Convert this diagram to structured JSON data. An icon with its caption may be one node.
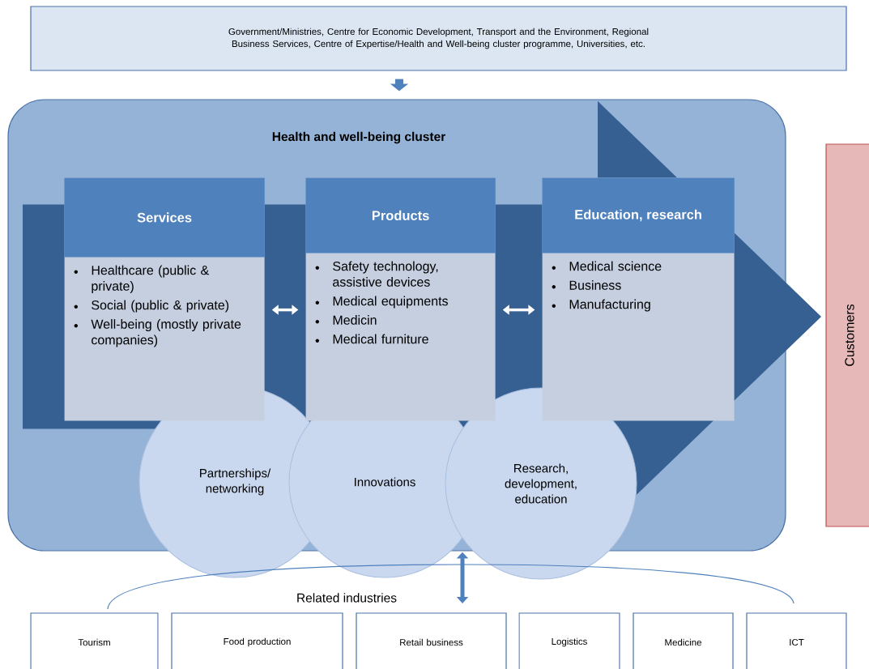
{
  "diagram": {
    "nodes": [
      {
        "text": [
          "Government/Ministries, Centre for Economic Development, Transport and the Environment, Regional Business Services, Centre of Expertise/Health and Well-being cluster programme, Universities, etc."
        ]
      },
      {
        "text": [
          "Health and well-being cluster"
        ]
      },
      {
        "text": [
          "Services",
          "Healthcare (public & private)",
          "Social (public & private)",
          "Well-being (mostly private companies)"
        ],
        "in": 1
      },
      {
        "text": [
          "Products",
          "Safety technology, assistive devices",
          "Medical equipments",
          "Medicin",
          "Medical furniture"
        ],
        "in": 1
      },
      {
        "text": [
          "Education, research",
          "Medical science",
          "Business",
          "Manufacturing"
        ],
        "in": 1
      },
      {
        "text": [
          "Partnerships/ networking"
        ]
      },
      {
        "text": [
          "Innovations"
        ]
      },
      {
        "text": [
          "Research, development, education"
        ]
      },
      {
        "text": [
          "Customers"
        ]
      },
      {
        "text": [
          "Related industries"
        ]
      },
      {
        "text": [
          "Tourism"
        ]
      },
      {
        "text": [
          "Food production"
        ]
      },
      {
        "text": [
          "Retail business"
        ]
      },
      {
        "text": [
          "Logistics"
        ]
      },
      {
        "text": [
          "Medicine"
        ]
      },
      {
        "text": [
          "ICT"
        ]
      }
    ],
    "edges": [
      {
        "from": 0,
        "to": 1,
        "arrow": "to",
        "style": "thick"
      },
      {
        "from": 2,
        "to": 3,
        "arrow": "both",
        "color": "#ffffff"
      },
      {
        "from": 3,
        "to": 4,
        "arrow": "both",
        "color": "#ffffff"
      },
      {
        "from": 1,
        "to": null,
        "arrow": "both"
      }
    ]
  }
}
